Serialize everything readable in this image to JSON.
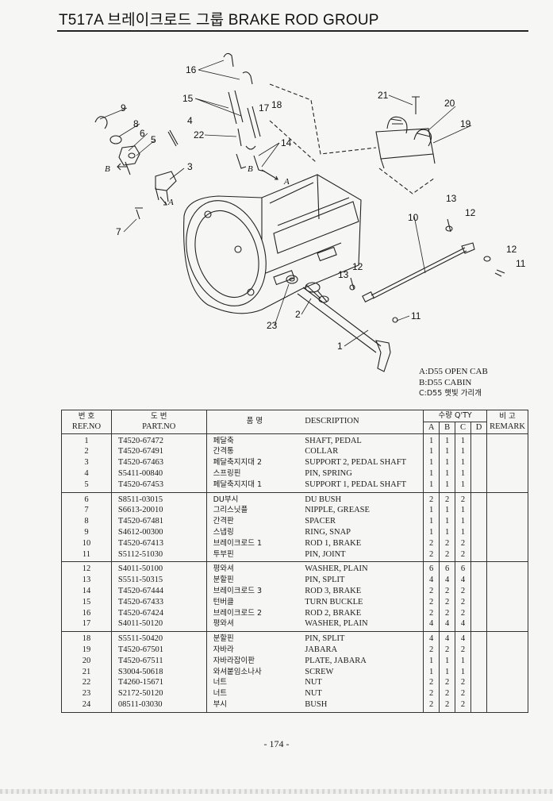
{
  "header": {
    "title": "T517A 브레이크로드 그룹 BRAKE ROD GROUP"
  },
  "diagram": {
    "callouts": [
      "1",
      "2",
      "3",
      "4",
      "5",
      "6",
      "7",
      "8",
      "9",
      "10",
      "11",
      "11",
      "12",
      "12",
      "12",
      "13",
      "13",
      "14",
      "15",
      "16",
      "17",
      "18",
      "19",
      "20",
      "21",
      "22",
      "23"
    ],
    "arrow_labels": [
      "A",
      "A",
      "B",
      "B"
    ]
  },
  "legend": {
    "a": "A:D55 OPEN CAB",
    "b": "B:D55 CABIN",
    "c": "C:D55 햇빛 가리개"
  },
  "table": {
    "headers": {
      "ref_kr": "번 호",
      "ref_en": "REF.NO",
      "part_kr": "도 번",
      "part_en": "PART.NO",
      "name_kr": "품 명",
      "desc": "DESCRIPTION",
      "qty": "수량 Q'TY",
      "qa": "A",
      "qb": "B",
      "qc": "C",
      "qd": "D",
      "remark_kr": "비 고",
      "remark_en": "REMARK"
    },
    "groups": [
      [
        {
          "ref": "1",
          "part": "T4520-67472",
          "name": "페달축",
          "desc": "SHAFT, PEDAL",
          "a": "1",
          "b": "1",
          "c": "1",
          "d": ""
        },
        {
          "ref": "2",
          "part": "T4520-67491",
          "name": "간격통",
          "desc": "COLLAR",
          "a": "1",
          "b": "1",
          "c": "1",
          "d": ""
        },
        {
          "ref": "3",
          "part": "T4520-67463",
          "name": "페달축지지대 2",
          "desc": "SUPPORT 2, PEDAL SHAFT",
          "a": "1",
          "b": "1",
          "c": "1",
          "d": ""
        },
        {
          "ref": "4",
          "part": "S5411-00840",
          "name": "스프링핀",
          "desc": "PIN, SPRING",
          "a": "1",
          "b": "1",
          "c": "1",
          "d": ""
        },
        {
          "ref": "5",
          "part": "T4520-67453",
          "name": "페달축지지대 1",
          "desc": "SUPPORT 1, PEDAL SHAFT",
          "a": "1",
          "b": "1",
          "c": "1",
          "d": ""
        }
      ],
      [
        {
          "ref": "6",
          "part": "S8511-03015",
          "name": "DU부시",
          "desc": "DU BUSH",
          "a": "2",
          "b": "2",
          "c": "2",
          "d": ""
        },
        {
          "ref": "7",
          "part": "S6613-20010",
          "name": "그리스닛플",
          "desc": "NIPPLE, GREASE",
          "a": "1",
          "b": "1",
          "c": "1",
          "d": ""
        },
        {
          "ref": "8",
          "part": "T4520-67481",
          "name": "간격판",
          "desc": "SPACER",
          "a": "1",
          "b": "1",
          "c": "1",
          "d": ""
        },
        {
          "ref": "9",
          "part": "S4612-00300",
          "name": "스냅링",
          "desc": "RING, SNAP",
          "a": "1",
          "b": "1",
          "c": "1",
          "d": ""
        },
        {
          "ref": "10",
          "part": "T4520-67413",
          "name": "브레이크로드 1",
          "desc": "ROD 1, BRAKE",
          "a": "2",
          "b": "2",
          "c": "2",
          "d": ""
        },
        {
          "ref": "11",
          "part": "S5112-51030",
          "name": "투부핀",
          "desc": "PIN, JOINT",
          "a": "2",
          "b": "2",
          "c": "2",
          "d": ""
        }
      ],
      [
        {
          "ref": "12",
          "part": "S4011-50100",
          "name": "평와셔",
          "desc": "WASHER, PLAIN",
          "a": "6",
          "b": "6",
          "c": "6",
          "d": ""
        },
        {
          "ref": "13",
          "part": "S5511-50315",
          "name": "분할핀",
          "desc": "PIN, SPLIT",
          "a": "4",
          "b": "4",
          "c": "4",
          "d": ""
        },
        {
          "ref": "14",
          "part": "T4520-67444",
          "name": "브레이크로드 3",
          "desc": "ROD 3, BRAKE",
          "a": "2",
          "b": "2",
          "c": "2",
          "d": ""
        },
        {
          "ref": "15",
          "part": "T4520-67433",
          "name": "턴버클",
          "desc": "TURN BUCKLE",
          "a": "2",
          "b": "2",
          "c": "2",
          "d": ""
        },
        {
          "ref": "16",
          "part": "T4520-67424",
          "name": "브레이크로드 2",
          "desc": "ROD 2, BRAKE",
          "a": "2",
          "b": "2",
          "c": "2",
          "d": ""
        },
        {
          "ref": "17",
          "part": "S4011-50120",
          "name": "평와셔",
          "desc": "WASHER, PLAIN",
          "a": "4",
          "b": "4",
          "c": "4",
          "d": ""
        }
      ],
      [
        {
          "ref": "18",
          "part": "S5511-50420",
          "name": "분할핀",
          "desc": "PIN, SPLIT",
          "a": "4",
          "b": "4",
          "c": "4",
          "d": ""
        },
        {
          "ref": "19",
          "part": "T4520-67501",
          "name": "자바라",
          "desc": "JABARA",
          "a": "2",
          "b": "2",
          "c": "2",
          "d": ""
        },
        {
          "ref": "20",
          "part": "T4520-67511",
          "name": "자바라잡이판",
          "desc": "PLATE, JABARA",
          "a": "1",
          "b": "1",
          "c": "1",
          "d": ""
        },
        {
          "ref": "21",
          "part": "S3004-50618",
          "name": "와셔붙임소나사",
          "desc": "SCREW",
          "a": "1",
          "b": "1",
          "c": "1",
          "d": ""
        },
        {
          "ref": "22",
          "part": "T4260-15671",
          "name": "너트",
          "desc": "NUT",
          "a": "2",
          "b": "2",
          "c": "2",
          "d": ""
        },
        {
          "ref": "23",
          "part": "S2172-50120",
          "name": "너트",
          "desc": "NUT",
          "a": "2",
          "b": "2",
          "c": "2",
          "d": ""
        },
        {
          "ref": "24",
          "part": "08511-03030",
          "name": "부시",
          "desc": "BUSH",
          "a": "2",
          "b": "2",
          "c": "2",
          "d": ""
        }
      ]
    ]
  },
  "footer": {
    "page": "- 174 -"
  }
}
